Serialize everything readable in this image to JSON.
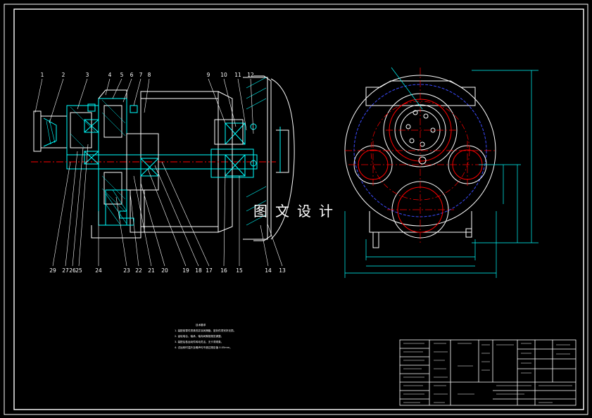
{
  "watermark": "图文设计",
  "balloons_top": [
    "1",
    "2",
    "3",
    "4",
    "5",
    "6",
    "7",
    "8",
    "9",
    "10",
    "11",
    "12"
  ],
  "balloons_bottom": [
    "29",
    "27",
    "26",
    "25",
    "24",
    "23",
    "22",
    "21",
    "20",
    "19",
    "18",
    "17",
    "16",
    "15",
    "14",
    "13"
  ],
  "notes": {
    "title": "技术要求",
    "lines": [
      "1. 装配前零件须清洗并涂润滑脂，密封件须完好无损。",
      "2. 齿轮啮合、轴承、轴向间隙按规范调整。",
      "3. 装配后各运动件转动灵活，无卡滞现象。",
      "4. 试运转时温升及噪声均不超过规定值 0.05mm。"
    ]
  },
  "colors": {
    "frame": "#ffffff",
    "outline": "#ffffff",
    "parts": "#00ffff",
    "center": "#ff0000",
    "hidden": "#3b4bff",
    "leader": "#ffffff",
    "dim": "#00ffff"
  }
}
